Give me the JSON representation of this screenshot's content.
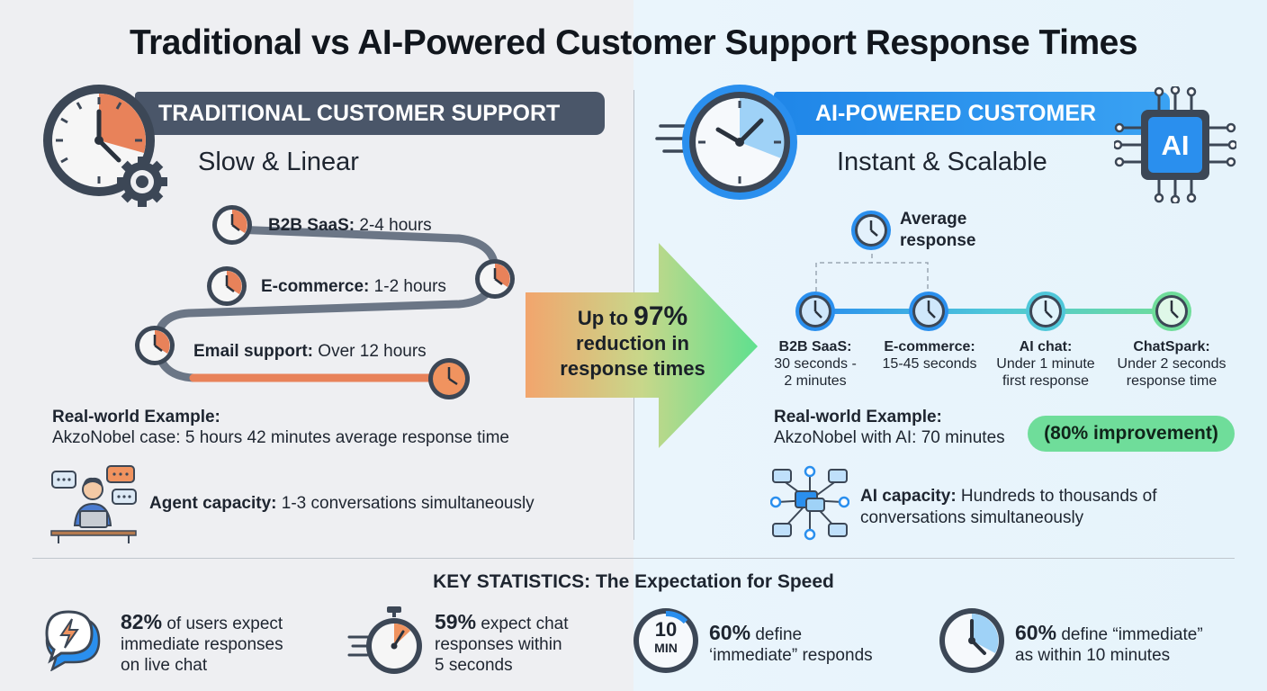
{
  "title": "Traditional vs AI-Powered Customer Support Response Times",
  "traditional": {
    "banner": "TRADITIONAL CUSTOMER SUPPORT",
    "subtitle": "Slow & Linear",
    "timeline": [
      {
        "label": "B2B SaaS:",
        "value": " 2-4 hours"
      },
      {
        "label": "E-commerce:",
        "value": " 1-2 hours"
      },
      {
        "label": "Email support:",
        "value": " Over 12 hours"
      }
    ],
    "example_heading": "Real-world Example:",
    "example_text": "AkzoNobel case: 5 hours 42 minutes average response time",
    "capacity_label": "Agent capacity:",
    "capacity_value": " 1-3 conversations simultaneously"
  },
  "arrow": {
    "line1_prefix": "Up to ",
    "line1_big": "97%",
    "line2": "reduction in",
    "line3": "response times"
  },
  "ai": {
    "banner": "AI-POWERED CUSTOMER",
    "chip_label": "AI",
    "subtitle": "Instant & Scalable",
    "average_label_1": "Average",
    "average_label_2": "response",
    "timeline": [
      {
        "label": "B2B SaaS:",
        "line1": "30 seconds -",
        "line2": "2 minutes"
      },
      {
        "label": "E-commerce:",
        "line1": "15-45 seconds",
        "line2": ""
      },
      {
        "label": "AI chat:",
        "line1": "Under 1 minute",
        "line2": "first response"
      },
      {
        "label": "ChatSpark:",
        "line1": "Under 2 seconds",
        "line2": "response time"
      }
    ],
    "example_heading": "Real-world Example:",
    "example_text": "AkzoNobel with AI: 70 minutes",
    "improvement": "(80% improvement)",
    "capacity_label": "AI capacity:",
    "capacity_line1": " Hundreds to thousands of",
    "capacity_line2": "conversations simultaneously"
  },
  "stats": {
    "heading": "KEY STATISTICS: The Expectation for Speed",
    "items": [
      {
        "pct": "82%",
        "line1": " of users expect",
        "line2": "immediate responses",
        "line3": "on live chat",
        "icon": "lightning-chat-icon"
      },
      {
        "pct": "59%",
        "line1": " expect chat",
        "line2": "responses within",
        "line3": "5 seconds",
        "icon": "stopwatch-icon"
      },
      {
        "pct": "60%",
        "line1": " define",
        "line2": "‘immediate” responds",
        "line3": "",
        "icon": "ten-min-timer-icon",
        "badge_num": "10",
        "badge_unit": "MIN"
      },
      {
        "pct": "60%",
        "line1": " define “immediate”",
        "line2": "as within 10 minutes",
        "line3": "",
        "icon": "clock-icon"
      }
    ]
  },
  "colors": {
    "trad_accent": "#e8825a",
    "trad_banner": "#4a5669",
    "ai_blue": "#2a8fee",
    "ai_green": "#6fdd9a",
    "dark": "#3c4756"
  }
}
